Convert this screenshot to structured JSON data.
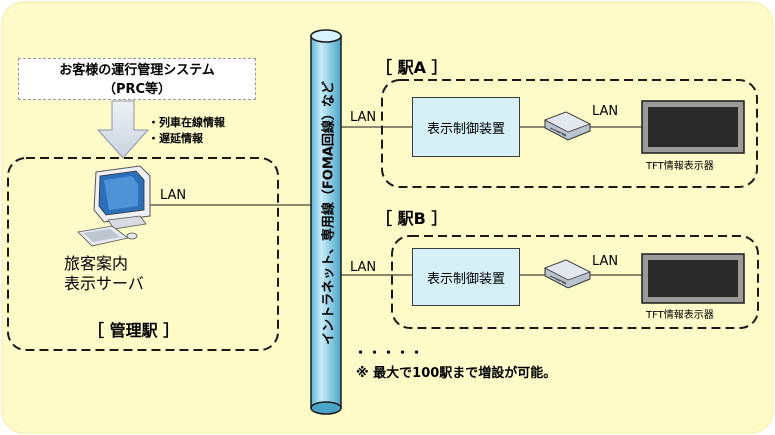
{
  "system": {
    "line1": "お客様の運行管理システム",
    "line2": "（PRC等）"
  },
  "info_bullets": [
    "・列車在線情報",
    "・遅延情報"
  ],
  "mgmt": {
    "lan": "LAN",
    "server_line1": "旅客案内",
    "server_line2": "表示サーバ",
    "station": "［ 管理駅 ］"
  },
  "network_label": "イントラネット、専用線（FOMA回線）など",
  "station_a": {
    "title": "［ 駅A ］",
    "lan_left": "LAN",
    "controller": "表示制御装置",
    "lan_right": "LAN",
    "display": "TFT情報表示器"
  },
  "station_b": {
    "title": "［ 駅B ］",
    "lan_left": "LAN",
    "controller": "表示制御装置",
    "lan_right": "LAN",
    "display": "TFT情報表示器"
  },
  "more": "・・・・・",
  "note": "※ 最大で100駅まで増設が可能。",
  "colors": {
    "background": "#fefbc8",
    "controller_fill": "#d6f0f8",
    "pipe": "#8fd2ea",
    "arrow": "#d8e0ea"
  }
}
